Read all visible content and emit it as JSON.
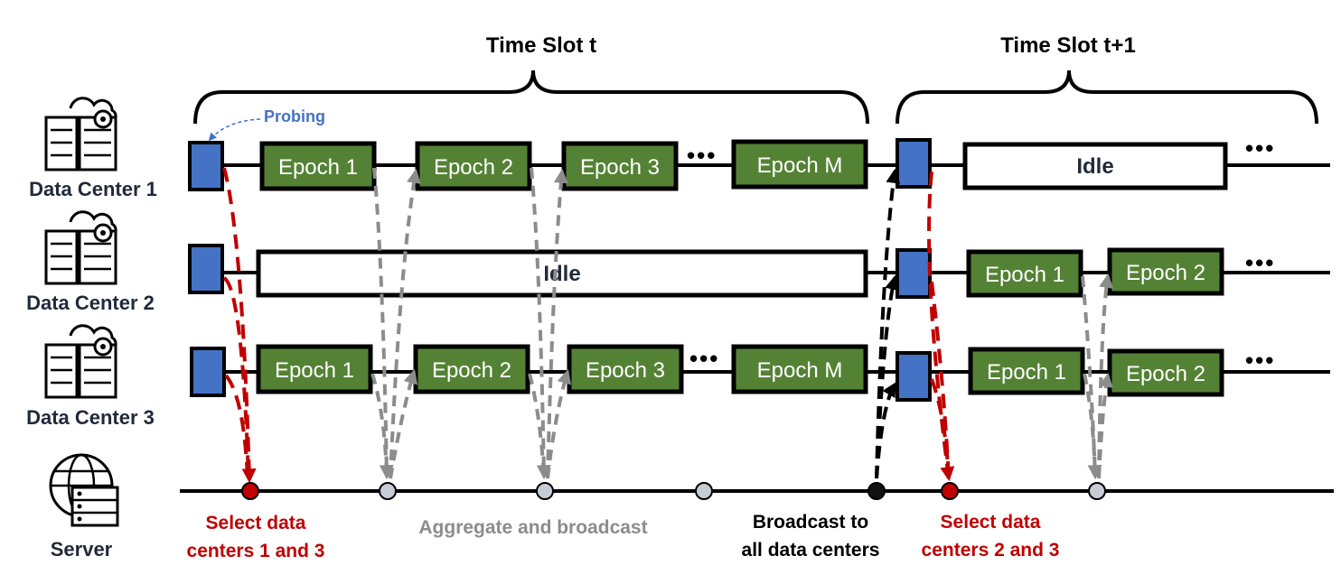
{
  "slots": {
    "t": "Time Slot t",
    "t1": "Time Slot t+1"
  },
  "probing": "Probing",
  "rows": {
    "dc1": "Data Center 1",
    "dc2": "Data Center 2",
    "dc3": "Data Center 3",
    "server": "Server"
  },
  "blocks": {
    "epoch1": "Epoch 1",
    "epoch2": "Epoch 2",
    "epoch3": "Epoch 3",
    "epochM": "Epoch M",
    "idle": "Idle",
    "ellipsis": "•••"
  },
  "annotations": {
    "select_t_line1": "Select data",
    "select_t_line2": "centers 1 and 3",
    "aggregate": "Aggregate and broadcast",
    "broadcast_line1": "Broadcast to",
    "broadcast_line2": "all data centers",
    "select_t1_line1": "Select data",
    "select_t1_line2": "centers 2 and 3"
  },
  "colors": {
    "epoch_fill": "#548235",
    "probe_fill": "#4472c4",
    "select_arrow": "#c00000",
    "aggregate_arrow": "#8c8c8c",
    "broadcast_arrow": "#000000",
    "probing_text": "#4472c4",
    "label_text": "#222a3a"
  },
  "icons": {
    "data_center": "datacenter-server-rack-icon",
    "server": "globe-server-icon"
  }
}
